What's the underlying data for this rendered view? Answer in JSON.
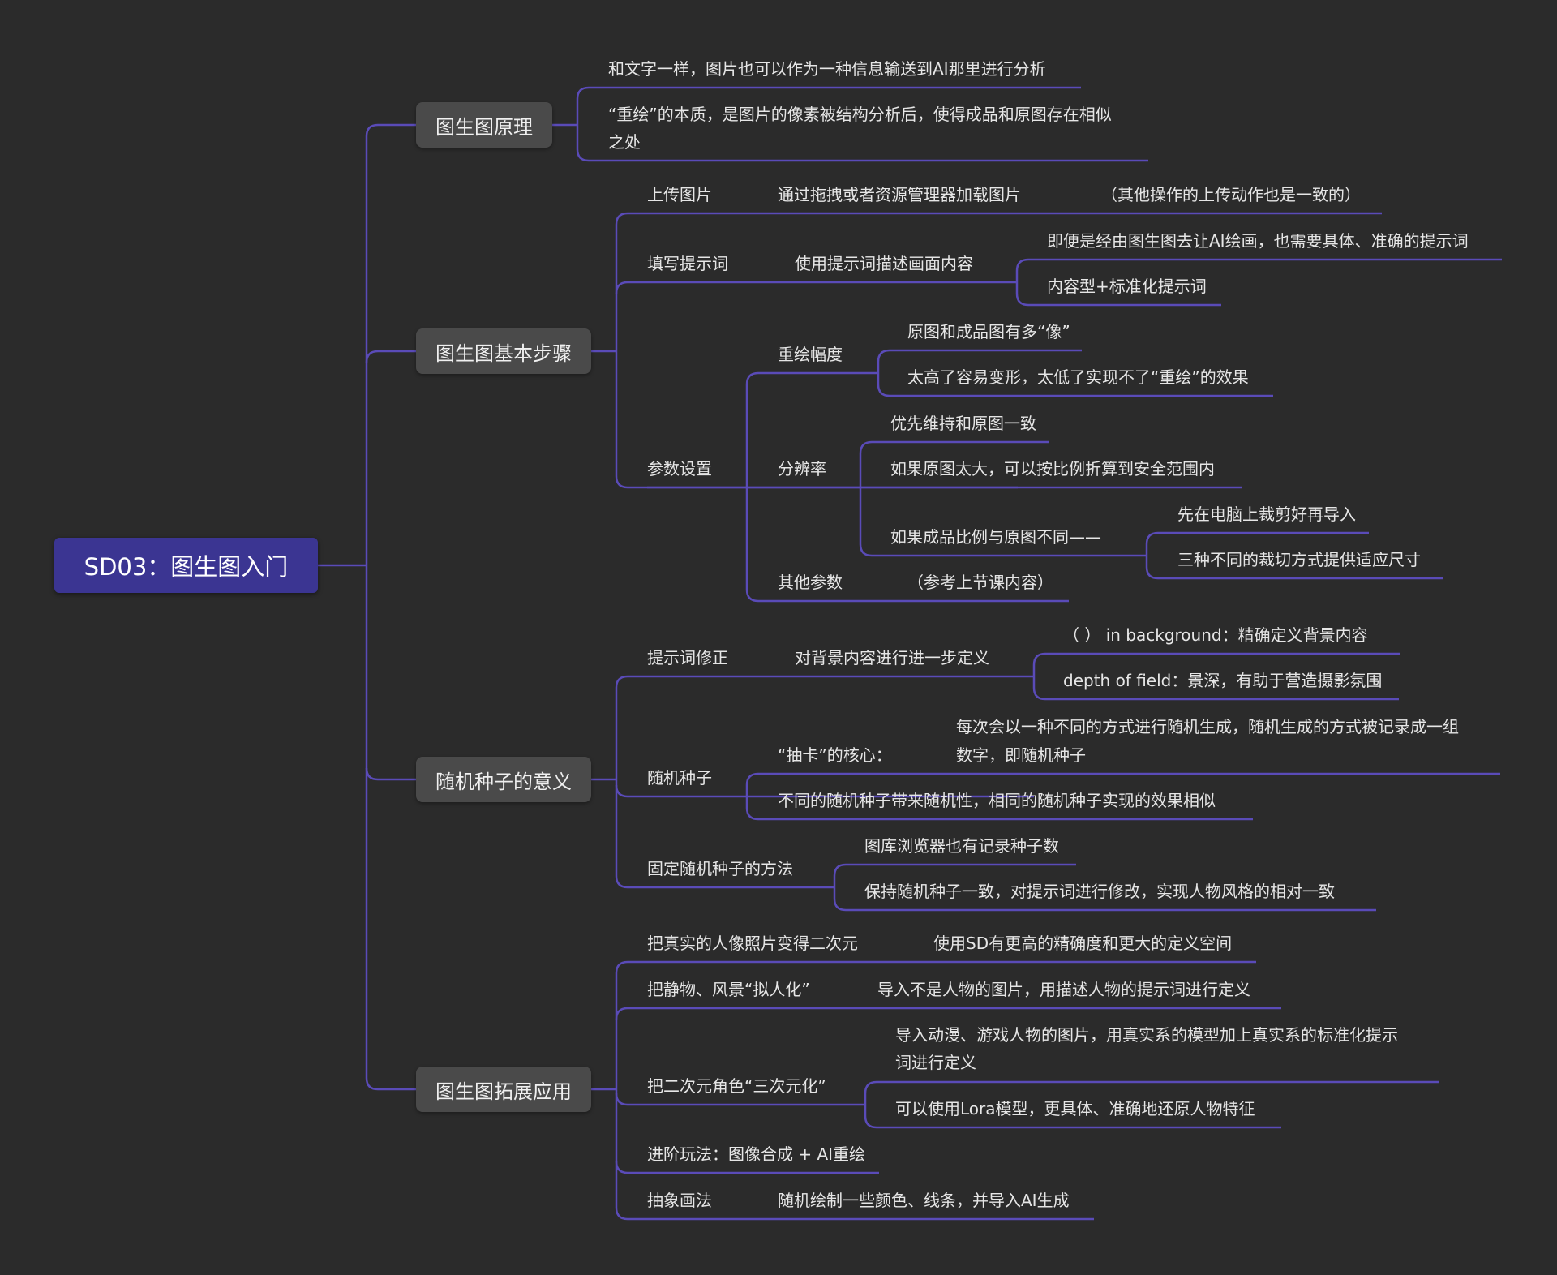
{
  "colors": {
    "background": "#2b2b2b",
    "connector": "#5a4bb8",
    "root_fill": "#3b3592",
    "branch_fill": "#4a4a4a",
    "text": "#e6e6e6"
  },
  "root": {
    "label": "SD03：图生图入门"
  },
  "b1": {
    "label": "图生图原理",
    "l1": "和文字一样，图片也可以作为一种信息输送到AI那里进行分析",
    "l2a": "“重绘”的本质，是图片的像素被结构分析后，使得成品和原图存在相似",
    "l2b": "之处"
  },
  "b2": {
    "label": "图生图基本步骤",
    "upload": {
      "label": "上传图片",
      "desc": "通过拖拽或者资源管理器加载图片",
      "note": "（其他操作的上传动作也是一致的）"
    },
    "prompt": {
      "label": "填写提示词",
      "desc": "使用提示词描述画面内容",
      "d1": "即便是经由图生图去让AI绘画，也需要具体、准确的提示词",
      "d2": "内容型+标准化提示词"
    },
    "params": {
      "label": "参数设置",
      "denoise": {
        "label": "重绘幅度",
        "d1": "原图和成品图有多“像”",
        "d2": "太高了容易变形，太低了实现不了“重绘”的效果"
      },
      "resolution": {
        "label": "分辨率",
        "d1": "优先维持和原图一致",
        "d2": "如果原图太大，可以按比例折算到安全范围内",
        "d3": "如果成品比例与原图不同——",
        "d3a": "先在电脑上裁剪好再导入",
        "d3b": "三种不同的裁切方式提供适应尺寸"
      },
      "other": {
        "label": "其他参数",
        "note": "（参考上节课内容）"
      }
    }
  },
  "b3": {
    "label": "随机种子的意义",
    "fix": {
      "label": "提示词修正",
      "desc": "对背景内容进行进一步定义",
      "d1": "（    ） in background：精确定义背景内容",
      "d2": "depth of field：景深，有助于营造摄影氛围"
    },
    "seed": {
      "label": "随机种子",
      "core": "“抽卡”的核心：",
      "core_a": "每次会以一种不同的方式进行随机生成，随机生成的方式被记录成一组",
      "core_b": "数字，即随机种子",
      "d2": "不同的随机种子带来随机性，相同的随机种子实现的效果相似"
    },
    "lock": {
      "label": "固定随机种子的方法",
      "d1": "图库浏览器也有记录种子数",
      "d2": "保持随机种子一致，对提示词进行修改，实现人物风格的相对一致"
    }
  },
  "b4": {
    "label": "图生图拓展应用",
    "a1": {
      "label": "把真实的人像照片变得二次元",
      "desc": "使用SD有更高的精确度和更大的定义空间"
    },
    "a2": {
      "label": "把静物、风景“拟人化”",
      "desc": "导入不是人物的图片，用描述人物的提示词进行定义"
    },
    "a3": {
      "label": "把二次元角色“三次元化”",
      "d1a": "导入动漫、游戏人物的图片，用真实系的模型加上真实系的标准化提示",
      "d1b": "词进行定义",
      "d2": "可以使用Lora模型，更具体、准确地还原人物特征"
    },
    "a4": {
      "label": "进阶玩法：图像合成 + AI重绘"
    },
    "a5": {
      "label": "抽象画法",
      "desc": "随机绘制一些颜色、线条，并导入AI生成"
    }
  }
}
